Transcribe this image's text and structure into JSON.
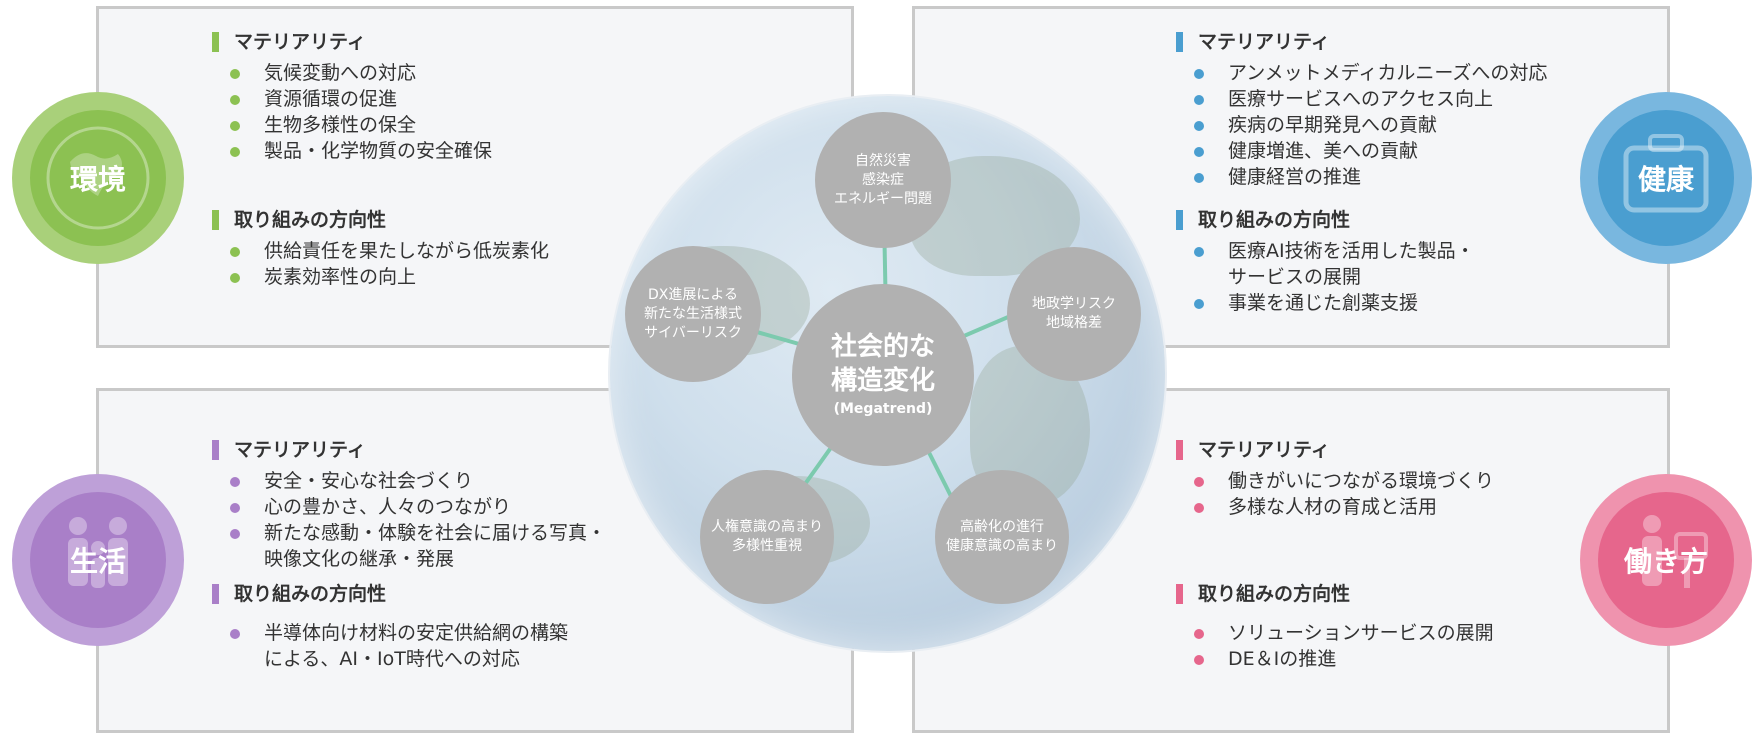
{
  "panels": {
    "environment": {
      "badge": "環境",
      "materiality_heading": "マテリアリティ",
      "materiality_items": [
        "気候変動への対応",
        "資源循環の促進",
        "生物多様性の保全",
        "製品・化学物質の安全確保"
      ],
      "direction_heading": "取り組みの方向性",
      "direction_items": [
        "供給責任を果たしながら低炭素化",
        "炭素効率性の向上"
      ]
    },
    "health": {
      "badge": "健康",
      "materiality_heading": "マテリアリティ",
      "materiality_items": [
        "アンメットメディカルニーズへの対応",
        "医療サービスへのアクセス向上",
        "疾病の早期発見への貢献",
        "健康増進、美への貢献",
        "健康経営の推進"
      ],
      "direction_heading": "取り組みの方向性",
      "direction_items": [
        [
          "医療AI技術を活用した製品・",
          "サービスの展開"
        ],
        "事業を通じた創薬支援"
      ]
    },
    "life": {
      "badge": "生活",
      "materiality_heading": "マテリアリティ",
      "materiality_items": [
        "安全・安心な社会づくり",
        "心の豊かさ、人々のつながり",
        [
          "新たな感動・体験を社会に届ける写真・",
          "映像文化の継承・発展"
        ]
      ],
      "direction_heading": "取り組みの方向性",
      "direction_items": [
        [
          "半導体向け材料の安定供給網の構築",
          "による、AI・IoT時代への対応"
        ]
      ]
    },
    "work": {
      "badge": "働き方",
      "materiality_heading": "マテリアリティ",
      "materiality_items": [
        "働きがいにつながる環境づくり",
        "多様な人材の育成と活用"
      ],
      "direction_heading": "取り組みの方向性",
      "direction_items": [
        "ソリューションサービスの展開",
        "DE＆Iの推進"
      ]
    }
  },
  "center": {
    "title_line1": "社会的な",
    "title_line2": "構造変化",
    "subtitle": "(Megatrend)"
  },
  "nodes": {
    "top": [
      "自然災害",
      "感染症",
      "エネルギー問題"
    ],
    "right": [
      "地政学リスク",
      "地域格差"
    ],
    "bottom_right": [
      "高齢化の進行",
      "健康意識の高まり"
    ],
    "bottom_left": [
      "人権意識の高まり",
      "多様性重視"
    ],
    "left": [
      "DX進展による",
      "新たな生活様式",
      "サイバーリスク"
    ]
  },
  "colors": {
    "environment": "#8cc152",
    "health": "#4a9ed0",
    "life": "#a97fc8",
    "work": "#e6668c",
    "connector": "#7ccaae",
    "node": "#b1b1b1"
  }
}
